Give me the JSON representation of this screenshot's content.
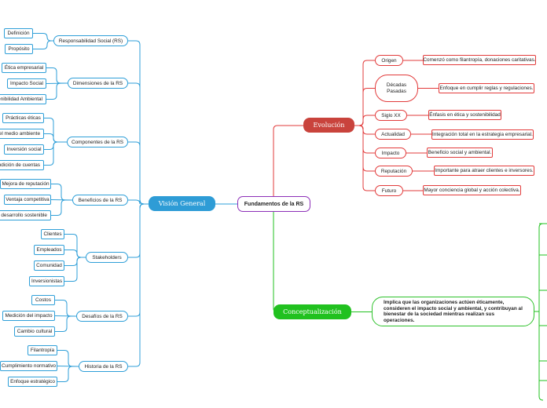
{
  "central": "Fundamentos de la RS",
  "vision": {
    "title": "Visión General",
    "groups": [
      {
        "label": "Responsabilidad Social (RS)",
        "items": [
          "Definición",
          "Propósito"
        ]
      },
      {
        "label": "Dimensiones de la RS",
        "items": [
          "Ética empresarial",
          "Impacto Social",
          "Sostenibilidad Ambiental"
        ]
      },
      {
        "label": "Componentes de la RS",
        "items": [
          "Prácticas éticas",
          "Cuidado del medio ambiente",
          "Inversión social",
          "Rendición de cuentas"
        ]
      },
      {
        "label": "Beneficios de la RS",
        "items": [
          "Mejora de reputación",
          "Ventaja competitiva",
          "Contribución al desarrollo sostenible"
        ]
      },
      {
        "label": "Stakeholders",
        "items": [
          "Clientes",
          "Empleados",
          "Comunidad",
          "Inversionistas"
        ]
      },
      {
        "label": "Desafíos de la RS",
        "items": [
          "Costos",
          "Medición del impacto",
          "Cambio cultural"
        ]
      },
      {
        "label": "Historia de la RS",
        "items": [
          "Filantropía",
          "Cumplimiento normativo",
          "Enfoque estratégico"
        ]
      }
    ]
  },
  "evolucion": {
    "title": "Evolución",
    "items": [
      {
        "label": "Origen",
        "detail": "Comenzó como filantropía, donaciones caritativas."
      },
      {
        "label": "Décadas Pasadas",
        "detail": "Enfoque en cumplir reglas y regulaciones."
      },
      {
        "label": "Siglo XX",
        "detail": "Énfasis en ética y sostenibilidad"
      },
      {
        "label": "Actualidad",
        "detail": "Integración total en la estrategia empresarial."
      },
      {
        "label": "Impacto",
        "detail": "Beneficio social y ambiental."
      },
      {
        "label": "Reputación",
        "detail": "Importante para atraer clientes e inversores."
      },
      {
        "label": "Futuro",
        "detail": "Mayor conciencia global y acción colectiva."
      }
    ]
  },
  "conceptualizacion": {
    "title": "Conceptualización",
    "text": "Implica que las organizaciones actúen éticamente, consideren el impacto social y ambiental, y contribuyan al bienestar de la sociedad mientras realizan sus operaciones."
  },
  "colors": {
    "blue": "#2f9fd8",
    "red": "#e23b3b",
    "green": "#21c11f",
    "purple": "#8d2fb8"
  }
}
